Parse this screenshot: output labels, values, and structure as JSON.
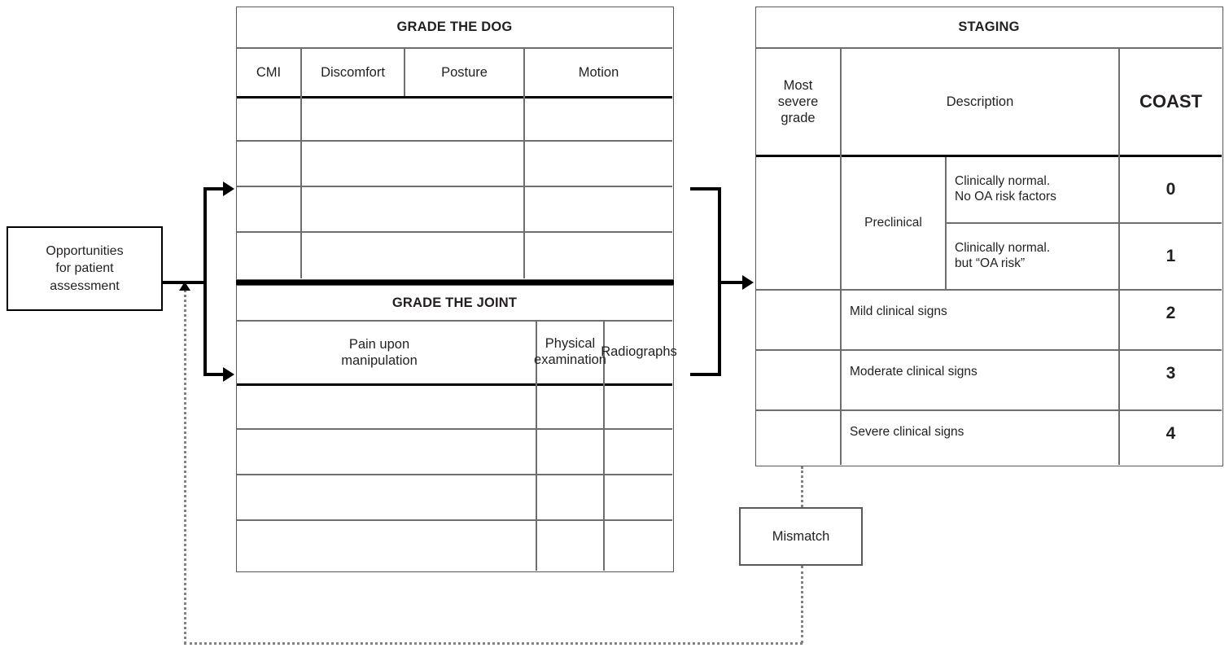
{
  "diagram": {
    "title_hidden": "COAST assessment and staging flow",
    "left_box": {
      "label": "Opportunities\nfor patient\nassessment",
      "line1": "Opportunities",
      "line2": "for patient",
      "line3": "assessment"
    },
    "mismatch_box": {
      "label": "Mismatch"
    },
    "grade_the_dog": {
      "title": "GRADE THE DOG",
      "columns": [
        "CMI",
        "Discomfort",
        "Posture",
        "Motion"
      ],
      "rows": [
        [
          "",
          "",
          "",
          ""
        ],
        [
          "",
          "",
          "",
          ""
        ],
        [
          "",
          "",
          "",
          ""
        ],
        [
          "",
          "",
          "",
          ""
        ]
      ]
    },
    "grade_the_joint": {
      "title": "GRADE THE JOINT",
      "columns": [
        "Pain upon manipulation",
        "Physical examination",
        "Radiographs"
      ],
      "column_lines": [
        [
          "Pain upon",
          "manipulation"
        ],
        [
          "Physical",
          "examination"
        ],
        [
          "Radiographs",
          ""
        ]
      ],
      "rows": [
        [
          "",
          "",
          ""
        ],
        [
          "",
          "",
          ""
        ],
        [
          "",
          "",
          ""
        ],
        [
          "",
          "",
          ""
        ]
      ]
    },
    "staging": {
      "title": "STAGING",
      "columns": {
        "grade": {
          "line1": "Most",
          "line2": "severe",
          "line3": "grade"
        },
        "description": "Description",
        "coast": "COAST"
      },
      "group_label": "Preclinical",
      "rows": [
        {
          "group": "Preclinical",
          "desc_line1": "Clinically normal.",
          "desc_line2": "No OA risk factors",
          "coast": "0"
        },
        {
          "group": "Preclinical",
          "desc_line1": "Clinically normal.",
          "desc_line2": "but “OA risk”",
          "coast": "1"
        },
        {
          "group": "",
          "desc_line1": "Mild clinical signs",
          "desc_line2": "",
          "coast": "2"
        },
        {
          "group": "",
          "desc_line1": "Moderate clinical signs",
          "desc_line2": "",
          "coast": "3"
        },
        {
          "group": "",
          "desc_line1": "Severe clinical signs",
          "desc_line2": "",
          "coast": "4"
        }
      ]
    },
    "connectors": {
      "split_to_tables": "branching arrow from assessment box to both grading tables",
      "tables_to_staging": "merging bracket arrow from grading tables to staging table",
      "feedback": "dashed feedback loop from mismatch back to assessment box"
    },
    "colors": {
      "stroke_dark": "#231f20",
      "stroke_grey": "#6d6e71",
      "background": "#ffffff"
    }
  }
}
